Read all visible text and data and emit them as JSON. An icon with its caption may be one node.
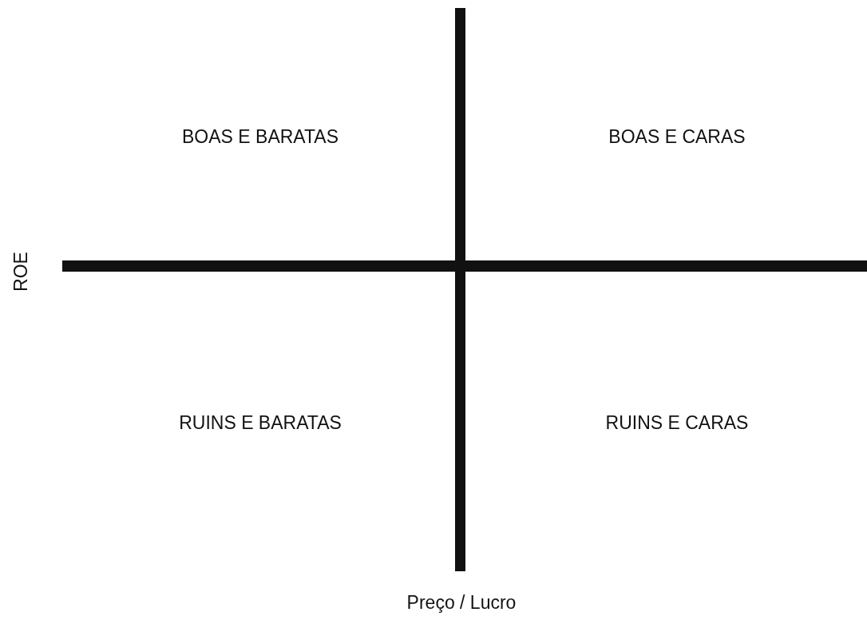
{
  "diagram": {
    "labels": [
      "BOAS E BARATAS",
      "BOAS E CARAS",
      "ROE",
      "RUINS E BARATAS",
      "RUINS E CARAS",
      "Preço / Lucro"
    ]
  }
}
